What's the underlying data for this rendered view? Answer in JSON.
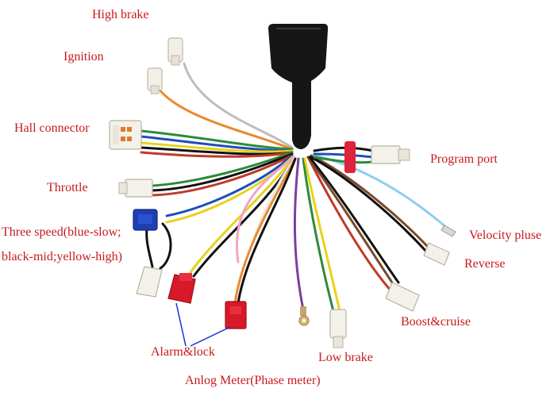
{
  "labels": {
    "high_brake": "High brake",
    "ignition": "Ignition",
    "hall_connector": "Hall connector",
    "throttle": "Throttle",
    "three_speed_line1": "Three speed(blue-slow;",
    "three_speed_line2": "black-mid;yellow-high)",
    "alarm_lock": "Alarm&lock",
    "analog_meter": "Anlog Meter(Phase meter)",
    "low_brake": "Low brake",
    "program_port": "Program port",
    "velocity_pulse": "Velocity pluse",
    "reverse": "Reverse",
    "boost_cruise": "Boost&cruise"
  },
  "colors": {
    "label_text": "#c8191e",
    "pointer_line": "#1a2fd6",
    "controller_body": "#161616"
  }
}
